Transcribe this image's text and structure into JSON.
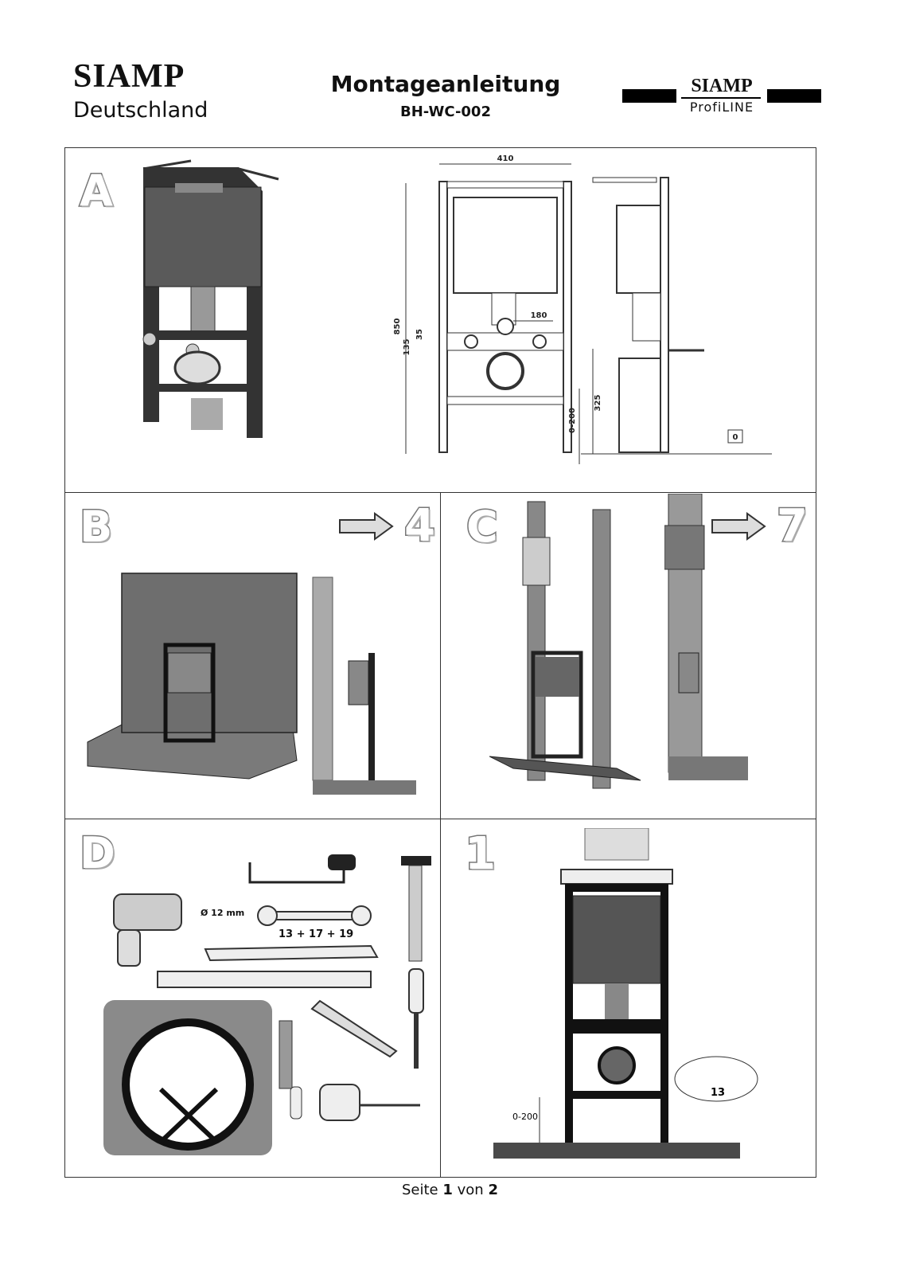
{
  "header": {
    "brand_left": "SIAMP",
    "brand_left_sub": "Deutschland",
    "title": "Montageanleitung",
    "doc_code": "BH-WC-002",
    "brand_right": "SIAMP",
    "brand_right_sub": "ProfiLINE"
  },
  "panels": {
    "a": {
      "letter": "A",
      "dimensions": {
        "width": "410",
        "height": "850",
        "d180": "180",
        "d35": "35",
        "d135": "135",
        "d0_200": "0-200",
        "d325": "325",
        "floor_mark": "0"
      }
    },
    "b": {
      "letter": "B",
      "step_ref": "4"
    },
    "c": {
      "letter": "C",
      "step_ref": "7"
    },
    "d": {
      "letter": "D",
      "drill_label": "Ø 12 mm",
      "wrench_sizes": "13 + 17 + 19"
    },
    "step1": {
      "number": "1",
      "height_adjust": "0-200",
      "wrench_size": "13"
    }
  },
  "footer": {
    "prefix": "Seite",
    "page": "1",
    "of": "von",
    "total": "2"
  },
  "colors": {
    "frame_dark": "#2b2b2b",
    "tank_grey": "#5a5a5a",
    "brick": "#6e6e6e",
    "floor": "#4a4a4a",
    "panel_bg": "#8a8a8a"
  }
}
